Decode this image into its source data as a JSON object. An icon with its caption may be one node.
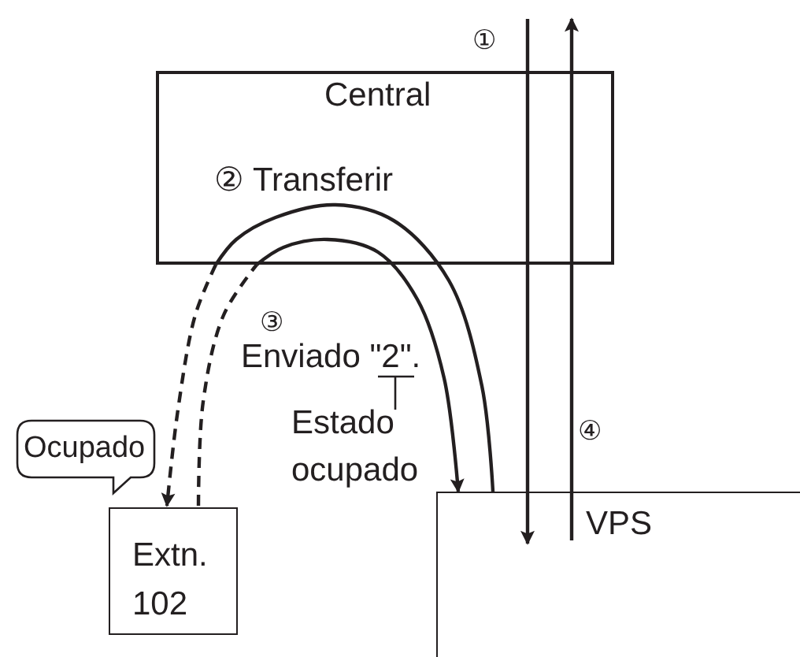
{
  "diagram": {
    "nodes": [
      {
        "text": [
          "Central"
        ]
      },
      {
        "text": [
          "Ocupado"
        ]
      },
      {
        "text": [
          "Extn. 102"
        ]
      },
      {
        "text": [
          "VPS"
        ]
      },
      {
        "text": [
          "Estado ocupado"
        ]
      },
      {
        "text": [
          "Enviado \"2\"."
        ]
      }
    ],
    "edges": [
      {
        "from": null,
        "to": 3,
        "arrow": "to"
      },
      {
        "from": 3,
        "to": null,
        "arrow": "to"
      },
      {
        "from": 3,
        "to": 0,
        "arrow": "none"
      },
      {
        "from": 0,
        "to": 2,
        "arrow": "to",
        "style": "dashed"
      },
      {
        "from": 2,
        "to": 0,
        "arrow": "none",
        "style": "dashed"
      },
      {
        "from": 0,
        "to": 3,
        "arrow": "to"
      },
      {
        "from": 4,
        "to": 5,
        "arrow": "none"
      }
    ],
    "labels": [
      "①",
      "② Transferir",
      "③",
      "④"
    ]
  }
}
